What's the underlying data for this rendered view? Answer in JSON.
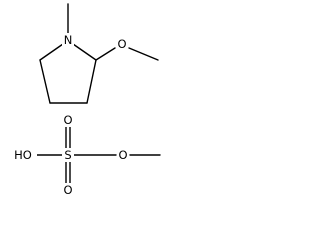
{
  "molecules": [
    {
      "atoms": [
        {
          "id": "N1",
          "label": "N"
        },
        {
          "id": "O1",
          "label": "O"
        }
      ]
    },
    {
      "atoms": [
        {
          "id": "O_hydroxyl",
          "label": "HO"
        },
        {
          "id": "S1",
          "label": "S"
        },
        {
          "id": "O_top",
          "label": "O"
        },
        {
          "id": "O_bottom",
          "label": "O"
        },
        {
          "id": "O_ester",
          "label": "O"
        }
      ]
    }
  ]
}
